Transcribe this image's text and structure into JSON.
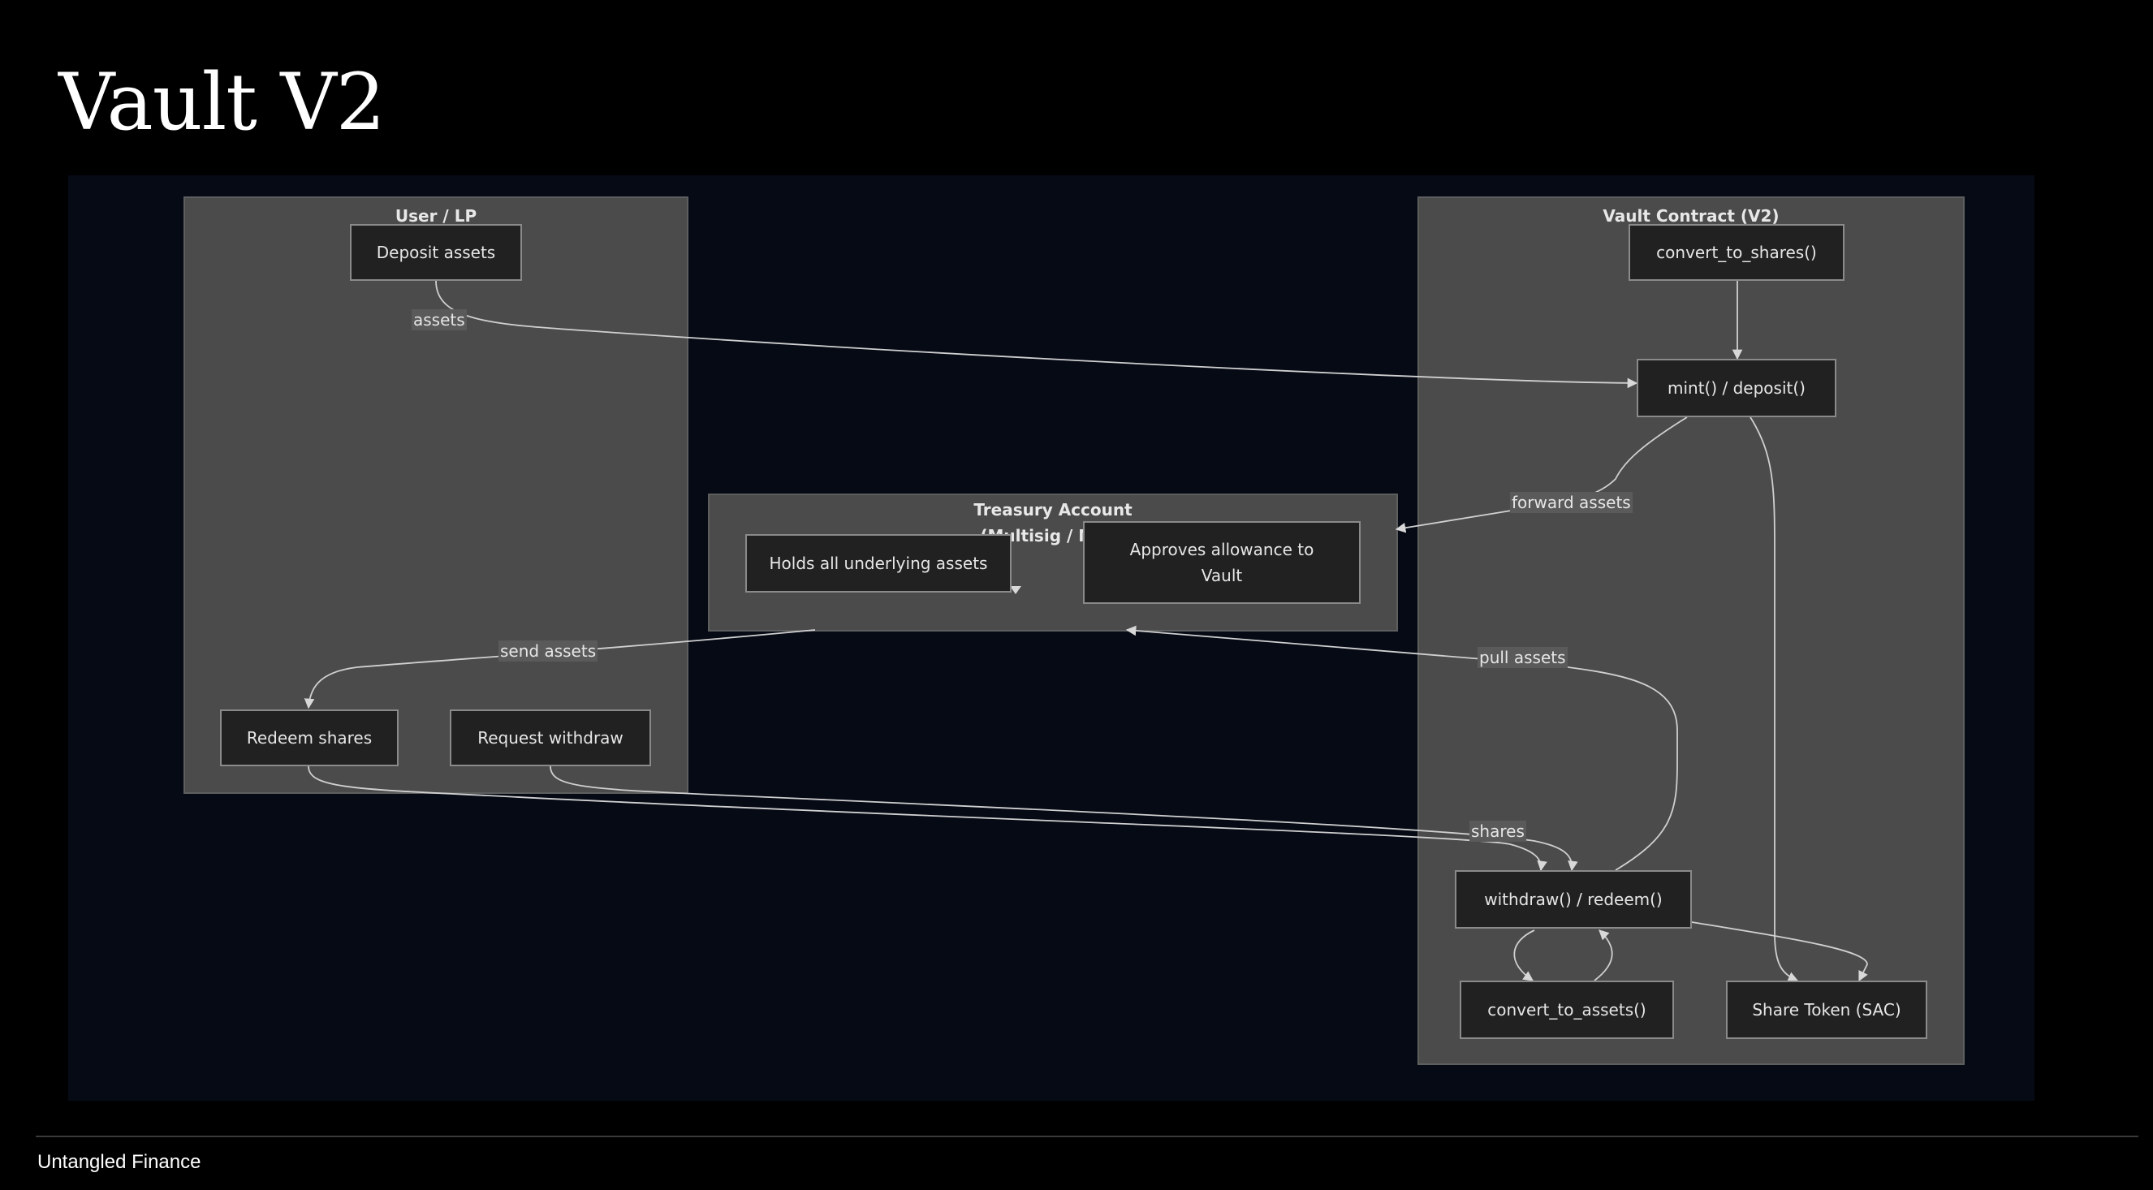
{
  "title": "Vault V2",
  "footer": "Untangled Finance",
  "diagram": {
    "subgraphs": {
      "user": "User / LP",
      "treasury": "Treasury Account (Multisig / MPC)",
      "vault": "Vault Contract (V2)"
    },
    "nodes": {
      "deposit_assets": "Deposit assets",
      "redeem_shares": "Redeem shares",
      "request_withdraw": "Request withdraw",
      "holds_assets": "Holds all underlying assets",
      "approves_allowance": "Approves allowance to Vault",
      "convert_to_shares": "convert_to_shares()",
      "mint_deposit": "mint() / deposit()",
      "withdraw_redeem": "withdraw() / redeem()",
      "convert_to_assets": "convert_to_assets()",
      "share_token": "Share Token (SAC)"
    },
    "edge_labels": {
      "assets": "assets",
      "forward_assets": "forward assets",
      "send_assets": "send assets",
      "pull_assets": "pull assets",
      "shares": "shares"
    }
  }
}
